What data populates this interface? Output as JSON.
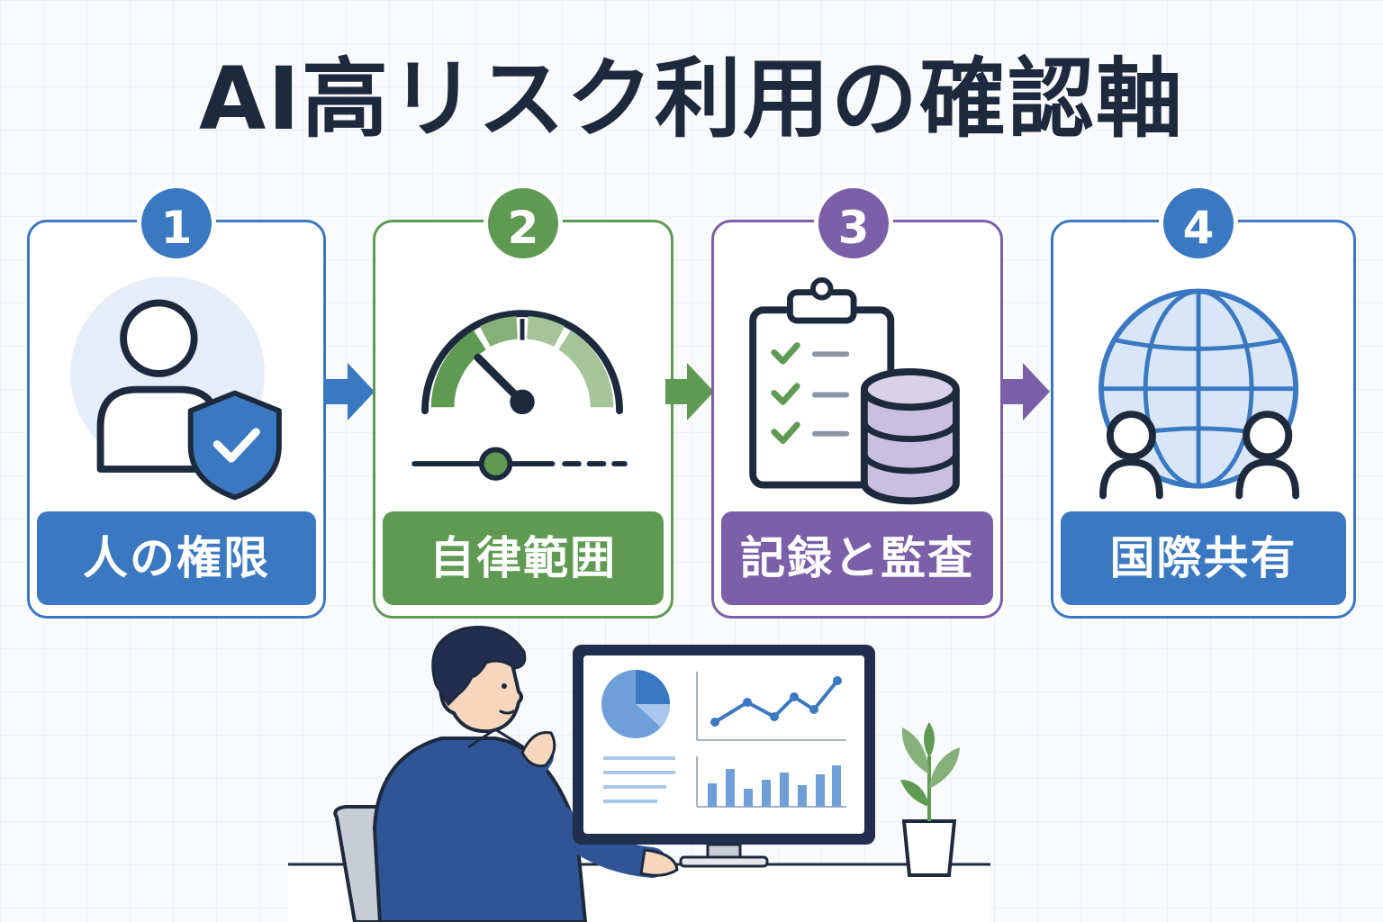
{
  "title": "AI高リスク利用の確認軸",
  "steps": [
    {
      "number": "1",
      "label": "人の権限",
      "color": "#3a78c2",
      "icon": "person-shield-icon"
    },
    {
      "number": "2",
      "label": "自律範囲",
      "color": "#5f9a53",
      "icon": "gauge-slider-icon"
    },
    {
      "number": "3",
      "label": "記録と監査",
      "color": "#7b5fa8",
      "icon": "clipboard-database-icon"
    },
    {
      "number": "4",
      "label": "国際共有",
      "color": "#3a78c2",
      "icon": "globe-people-icon"
    }
  ],
  "colors": {
    "title": "#1d2a3e",
    "blue": "#3a78c2",
    "green": "#5f9a53",
    "purple": "#7b5fa8",
    "ink": "#1d2a3e"
  }
}
